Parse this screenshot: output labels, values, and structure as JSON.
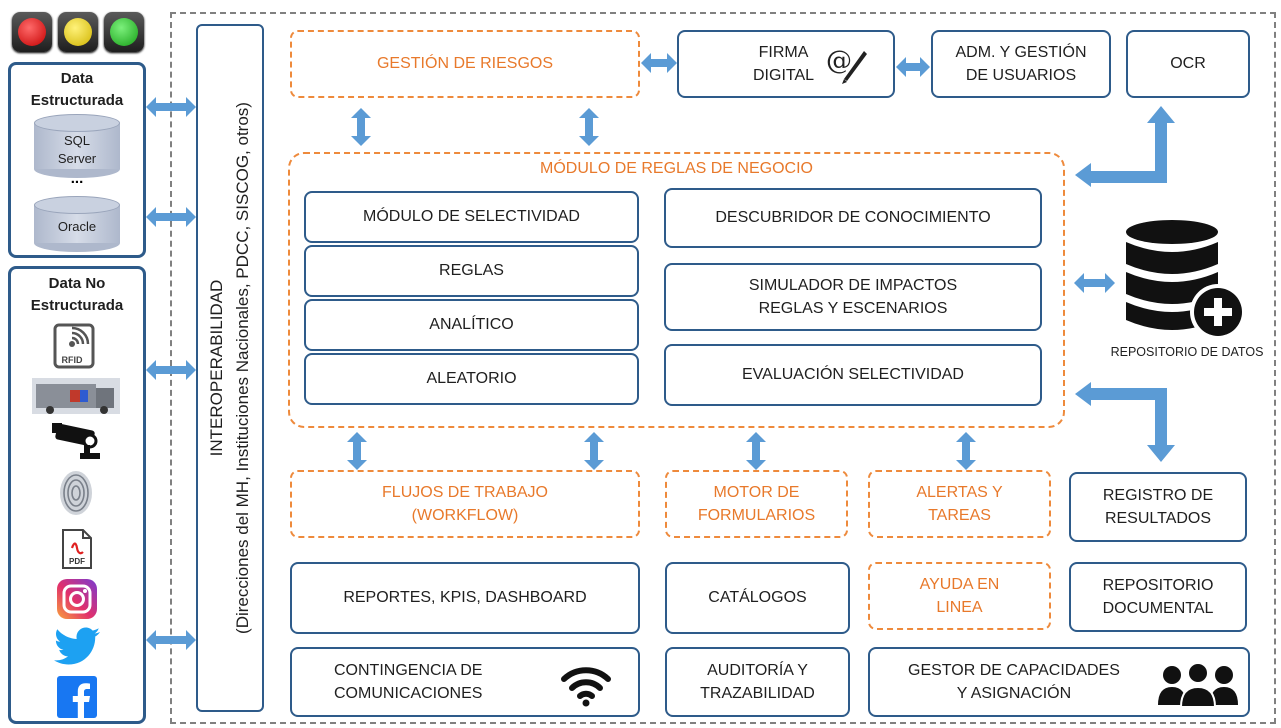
{
  "traffic_lights": [
    "#e02020",
    "#e8d31a",
    "#2dbb2d"
  ],
  "data_estructurada": {
    "title": "Data\nEstructurada",
    "sql_server": "SQL\nServer",
    "ellipsis": "...",
    "oracle": "Oracle"
  },
  "data_no_estructurada": {
    "title": "Data No\nEstructurada",
    "icons": [
      "rfid-icon",
      "truck-scanner-icon",
      "security-camera-icon",
      "fingerprint-icon",
      "pdf-icon",
      "instagram-icon",
      "twitter-icon",
      "facebook-icon"
    ],
    "rfid_label": "RFID",
    "pdf_label": "PDF"
  },
  "interoperabilidad": {
    "title": "INTEROPERABILIDAD",
    "subtitle": "(Direcciones del MH, Instituciones Nacionales, PDCC, SISCOG, otros)"
  },
  "top": {
    "gestion_riesgos": "GESTIÓN DE RIESGOS",
    "firma_digital": "FIRMA\nDIGITAL",
    "adm_usuarios": "ADM. Y GESTIÓN\nDE USUARIOS",
    "ocr": "OCR"
  },
  "modulo_reglas": {
    "title": "MÓDULO DE REGLAS DE NEGOCIO",
    "left": [
      "MÓDULO DE SELECTIVIDAD",
      "REGLAS",
      "ANALÍTICO",
      "ALEATORIO"
    ],
    "right": [
      "DESCUBRIDOR DE CONOCIMIENTO",
      "SIMULADOR DE IMPACTOS\nREGLAS Y ESCENARIOS",
      "EVALUACIÓN SELECTIVIDAD"
    ]
  },
  "repositorio_datos": "REPOSITORIO DE DATOS",
  "row_flujos": {
    "flujos": "FLUJOS DE TRABAJO\n(WORKFLOW)",
    "motor": "MOTOR DE\nFORMULARIOS",
    "alertas": "ALERTAS Y\nTAREAS",
    "registro": "REGISTRO DE\nRESULTADOS"
  },
  "row_reportes": {
    "reportes": "REPORTES, KPIS, DASHBOARD",
    "catalogos": "CATÁLOGOS",
    "ayuda": "AYUDA EN\nLINEA",
    "repositorio_documental": "REPOSITORIO\nDOCUMENTAL"
  },
  "row_bottom": {
    "contingencia": "CONTINGENCIA DE\nCOMUNICACIONES",
    "auditoria": "AUDITORÍA Y\nTRAZABILIDAD",
    "gestor": "GESTOR DE CAPACIDADES\nY ASIGNACIÓN"
  },
  "colors": {
    "blue_border": "#2e5b8a",
    "orange_dashed": "#ee8a3c",
    "orange_text": "#e8792b",
    "arrow_blue": "#5b9bd5",
    "outer_dashed": "#808080"
  }
}
